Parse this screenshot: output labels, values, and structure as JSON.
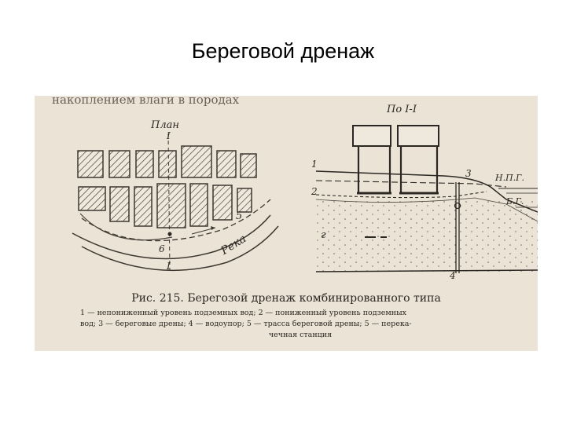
{
  "slide": {
    "title": "Береговой дренаж"
  },
  "scan": {
    "top_fragment": "накоплением влаги в породах",
    "plan_label": "План",
    "section_label": "По I-I",
    "river_label": "Река",
    "labels": {
      "plan_1": "I",
      "plan_5": "5",
      "plan_6": "6",
      "plan_bottom_1": "I",
      "sec_1": "1",
      "sec_2": "2",
      "sec_3": "3",
      "sec_4": "4",
      "sec_g": "г",
      "npg": "Н.П.Г.",
      "bg": "Б.Г."
    },
    "caption": "Рис. 215. Берегозой дренаж комбинированного типа",
    "legend": {
      "line1": "1 — непониженный уровень подземных вод; 2 — пониженный уровень подземных",
      "line2": "вод; 3 — береговые дрены; 4 — водоупор; 5 — трасса береговой дрены; 5 — перека-",
      "line3": "чечная станция"
    }
  }
}
